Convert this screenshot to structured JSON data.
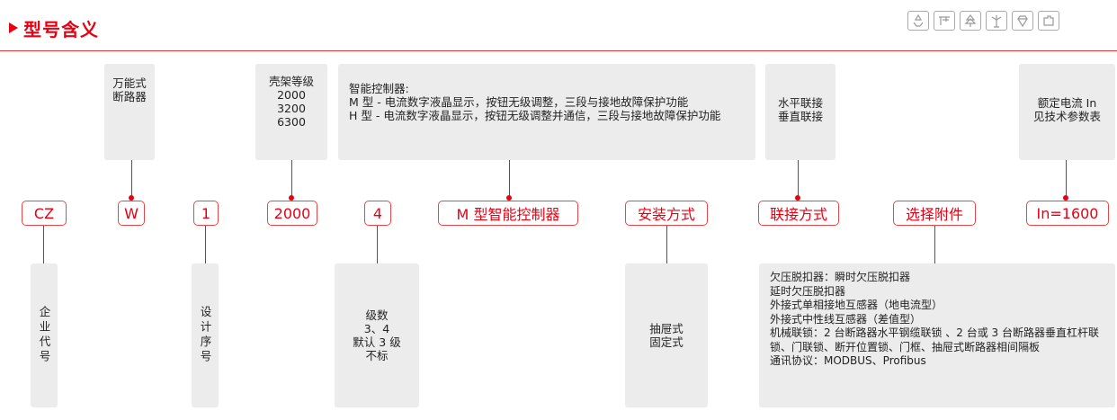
{
  "header": {
    "title": "型号含义"
  },
  "icons": [
    "recycle-icon",
    "caliper-icon",
    "tree-icon",
    "wind-turbine-icon",
    "diamond-icon",
    "puzzle-icon"
  ],
  "codes": [
    {
      "text": "CZ"
    },
    {
      "text": "W"
    },
    {
      "text": "1"
    },
    {
      "text": "2000"
    },
    {
      "text": "4"
    },
    {
      "text": "M 型智能控制器"
    },
    {
      "text": "安装方式"
    },
    {
      "text": "联接方式"
    },
    {
      "text": "选择附件"
    },
    {
      "text": "In=1600"
    }
  ],
  "top_boxes": {
    "breaker_type": "万能式\n断路器",
    "frame_rating": "壳架等级\n2000\n3200\n6300",
    "controller": "智能控制器:\nM 型 - 电流数字液晶显示，按钮无级调整，三段与接地故障保护功能\nH 型 - 电流数字液晶显示，按钮无级调整并通信，三段与接地故障保护功能",
    "connection": "水平联接\n垂直联接",
    "rated_current": "额定电流 In\n见技术参数表"
  },
  "bottom_boxes": {
    "company_code": "企业代号",
    "design_serial": "设计序号",
    "poles": "级数\n3、4\n默认 3 级\n不标",
    "installation": "抽屉式\n固定式",
    "accessories": "欠压脱扣器：瞬时欠压脱扣器\n延时欠压脱扣器\n外接式单相接地互感器（地电流型）\n外接式中性线互感器（差值型）\n机械联锁：2 台断路器水平钢缆联锁 、2 台或 3 台断路器垂直杠杆联锁、门联锁、断开位置锁、门框、抽屉式断路器相间隔板\n通讯协议：MODBUS、Profibus"
  },
  "colors": {
    "accent": "#e60012",
    "box_bg": "#ececec",
    "line": "#555555"
  }
}
